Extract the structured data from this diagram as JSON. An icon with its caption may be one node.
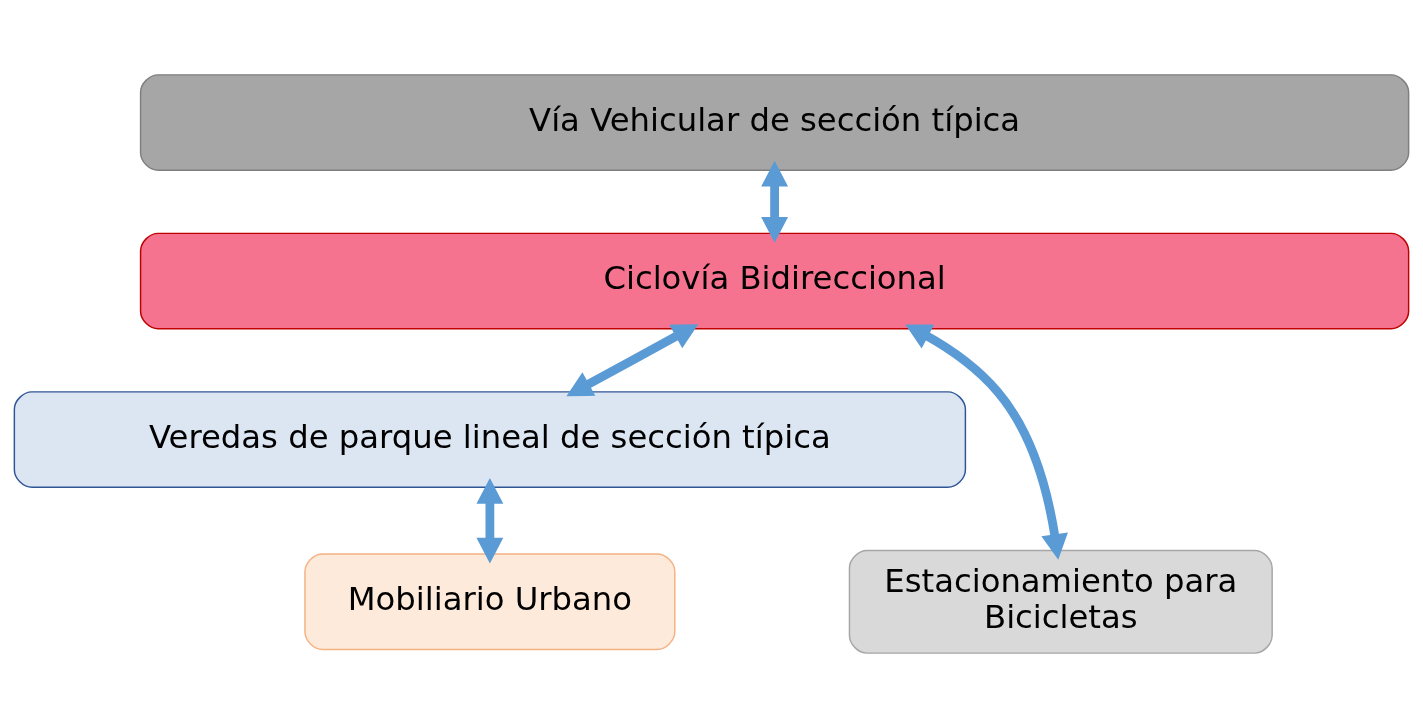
{
  "diagram": {
    "nodes": [
      {
        "text": [
          "Vía Vehicular de sección típica"
        ]
      },
      {
        "text": [
          "Ciclovía Bidireccional"
        ]
      },
      {
        "text": [
          "Veredas de parque lineal de sección típica"
        ]
      },
      {
        "text": [
          "Estacionamiento para Bicicletas"
        ]
      },
      {
        "text": [
          "Mobiliario Urbano"
        ]
      }
    ],
    "edges": [
      {
        "from": 0,
        "to": 1,
        "arrow": "both"
      },
      {
        "from": 1,
        "to": 3,
        "arrow": "both"
      },
      {
        "from": 1,
        "to": 2,
        "arrow": "both"
      },
      {
        "from": 2,
        "to": 4,
        "arrow": "both"
      }
    ]
  }
}
